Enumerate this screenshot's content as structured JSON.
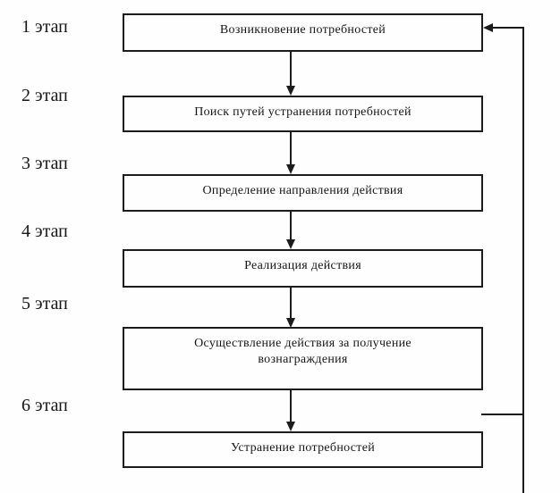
{
  "diagram": {
    "type": "flowchart",
    "language": "ru",
    "description": "Schematic of the motivation process: six sequential stages with a feedback loop from the last stage back to the first",
    "stages": [
      {
        "label": "1 этап",
        "box": "Возникновение потребностей"
      },
      {
        "label": "2 этап",
        "box": "Поиск путей устранения потребностей"
      },
      {
        "label": "3 этап",
        "box": "Определение направления действия"
      },
      {
        "label": "4 этап",
        "box": "Реализация действия"
      },
      {
        "label": "5 этап",
        "box": "Осуществление действия за получение вознаграждения"
      },
      {
        "label": "6 этап",
        "box": "Устранение потребностей"
      }
    ],
    "connections": [
      "stage1->stage2",
      "stage2->stage3",
      "stage3->stage4",
      "stage4->stage5",
      "stage5->stage6",
      "feedback: right-side line -> stage1"
    ],
    "colors": {
      "line": "#1c1c1c",
      "text": "#161616",
      "background": "#fefefe"
    }
  }
}
